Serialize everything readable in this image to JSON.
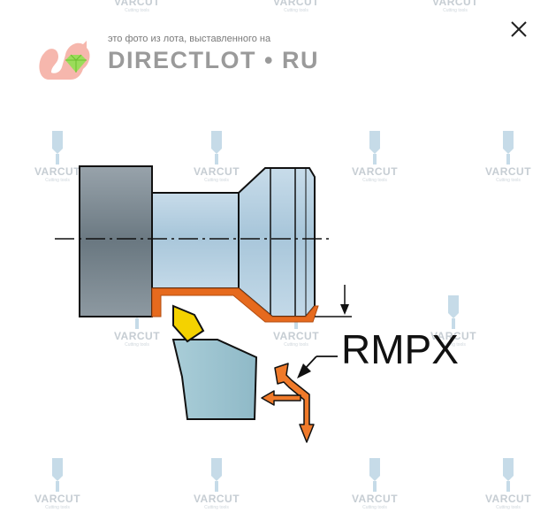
{
  "watermark": {
    "name": "VARCUT",
    "subtitle": "Cutting tools"
  },
  "brand": {
    "caption": "это фото из лота, выставленного на",
    "name": "DIRECTLOT • RU"
  },
  "diagram": {
    "label": "RMPX"
  },
  "colors": {
    "part_fill": "#b8d2e2",
    "part_dark": "#6f7f8a",
    "chip_orange": "#e66a1e",
    "insert_yellow": "#f4d200",
    "holder_fill": "#9fc3cf",
    "watermark": "#c6cdd3"
  },
  "icons": {
    "close": "close-icon",
    "logo": "squirrel-logo-icon",
    "watermark": "varcut-logo-icon"
  }
}
